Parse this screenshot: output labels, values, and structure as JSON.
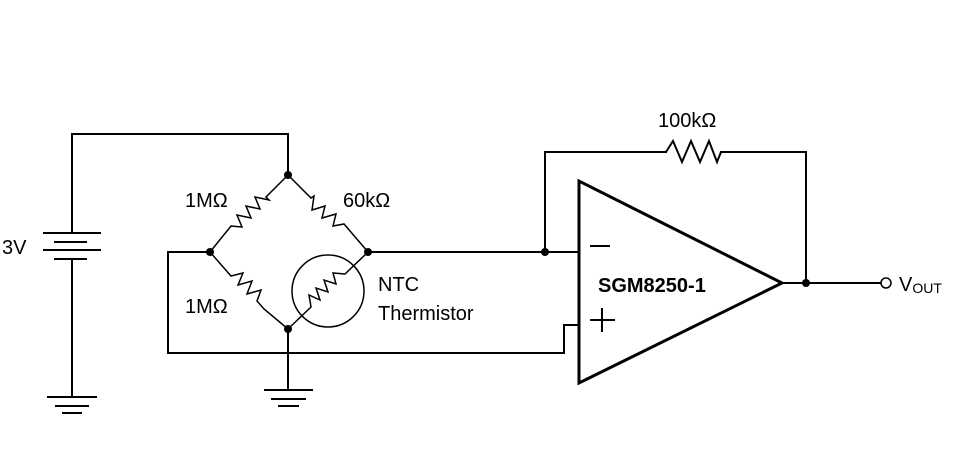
{
  "diagram": {
    "type": "circuit-schematic",
    "description": "Wheatstone bridge with NTC thermistor feeding an op-amp with feedback resistor",
    "source": {
      "label": "3V",
      "kind": "battery"
    },
    "bridge": {
      "r_top_left": {
        "label": "1MΩ"
      },
      "r_top_right": {
        "label": "60kΩ"
      },
      "r_bottom_left": {
        "label": "1MΩ"
      },
      "thermistor": {
        "line1": "NTC",
        "line2": "Thermistor"
      }
    },
    "feedback": {
      "resistor_label": "100kΩ"
    },
    "opamp": {
      "part_number": "SGM8250-1",
      "inverting_symbol": "−",
      "noninverting_symbol": "+"
    },
    "output": {
      "label_main": "V",
      "label_sub": "OUT"
    },
    "grounds": [
      "battery-ground",
      "bridge-ground"
    ]
  }
}
